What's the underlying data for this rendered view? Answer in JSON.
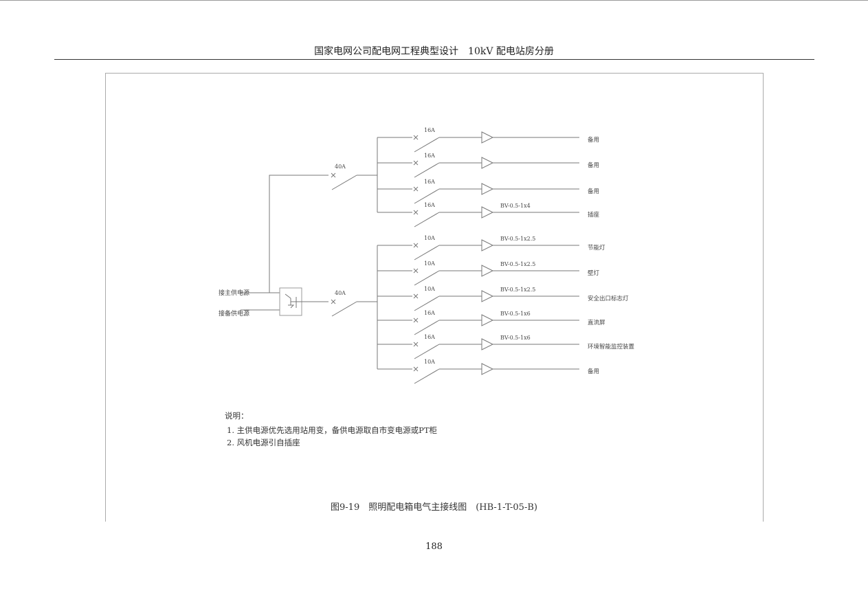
{
  "header": {
    "title": "国家电网公司配电网工程典型设计　10kV 配电站房分册"
  },
  "diagram": {
    "source_main": "接主供电源",
    "source_backup": "接备供电源",
    "feeder_upper_rating": "40A",
    "feeder_lower_rating": "40A",
    "upper_branches": [
      {
        "rating": "16A",
        "cable": "",
        "load": "备用"
      },
      {
        "rating": "16A",
        "cable": "",
        "load": "备用"
      },
      {
        "rating": "16A",
        "cable": "",
        "load": "备用"
      },
      {
        "rating": "16A",
        "cable": "BV-0.5-1x4",
        "load": "插座"
      }
    ],
    "lower_branches": [
      {
        "rating": "10A",
        "cable": "BV-0.5-1x2.5",
        "load": "节能灯"
      },
      {
        "rating": "10A",
        "cable": "BV-0.5-1x2.5",
        "load": "壁灯"
      },
      {
        "rating": "10A",
        "cable": "BV-0.5-1x2.5",
        "load": "安全出口标志灯"
      },
      {
        "rating": "16A",
        "cable": "BV-0.5-1x6",
        "load": "直流屏"
      },
      {
        "rating": "16A",
        "cable": "BV-0.5-1x6",
        "load": "环境智能监控装置"
      },
      {
        "rating": "10A",
        "cable": "",
        "load": "备用"
      }
    ]
  },
  "notes": {
    "title": "说明：",
    "items": [
      "1. 主供电源优先选用站用变，备供电源取自市变电源或PT柜",
      "2. 风机电源引自插座"
    ]
  },
  "caption": "图9-19　照明配电箱电气主接线图　(HB-1-T-05-B)",
  "page_number": "188"
}
